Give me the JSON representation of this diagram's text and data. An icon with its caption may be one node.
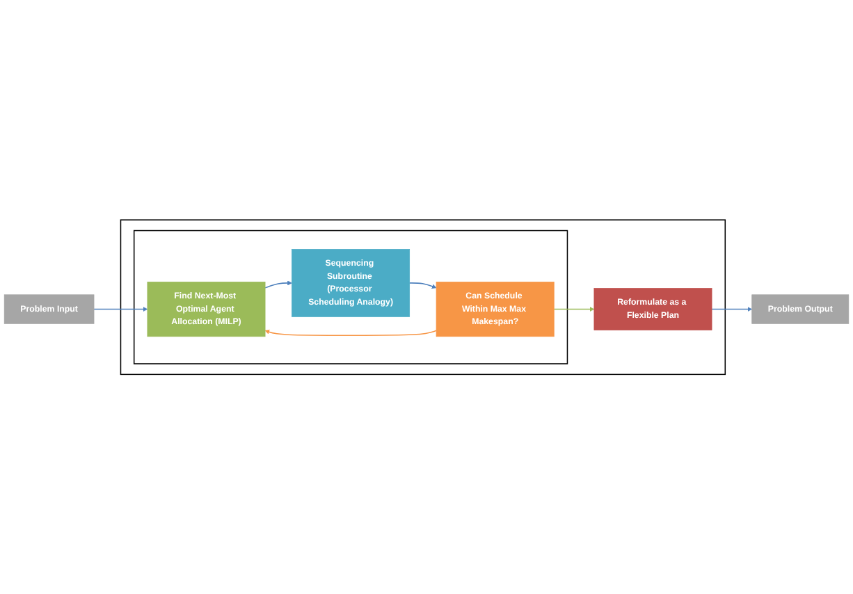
{
  "diagram": {
    "nodes": [
      {
        "text": [],
        "shape": "box"
      },
      {
        "text": [],
        "shape": "box",
        "in": 0
      },
      {
        "text": [
          "Problem Input"
        ]
      },
      {
        "text": [
          "Find Next-Most Optimal Agent Allocation (MILP)"
        ],
        "in": 1
      },
      {
        "text": [
          "Can Schedule Within Max Max Makespan?"
        ],
        "in": 1
      },
      {
        "text": [
          "Sequencing Subroutine (Processor Scheduling Analogy)"
        ],
        "in": 1
      },
      {
        "text": [
          "Reformulate as a Flexible Plan"
        ],
        "in": 0
      },
      {
        "text": [
          "Problem Output"
        ]
      }
    ],
    "edges": [
      {
        "from": 2,
        "to": 3,
        "arrow": "to"
      },
      {
        "from": 3,
        "to": 5,
        "arrow": "to"
      },
      {
        "from": 4,
        "to": 3,
        "arrow": "to",
        "color": "#f79646"
      },
      {
        "from": 5,
        "to": 4,
        "arrow": "to"
      },
      {
        "from": 4,
        "to": 6,
        "arrow": "to",
        "color": "#9bbb59"
      },
      {
        "from": 6,
        "to": 7,
        "arrow": "to"
      }
    ]
  }
}
